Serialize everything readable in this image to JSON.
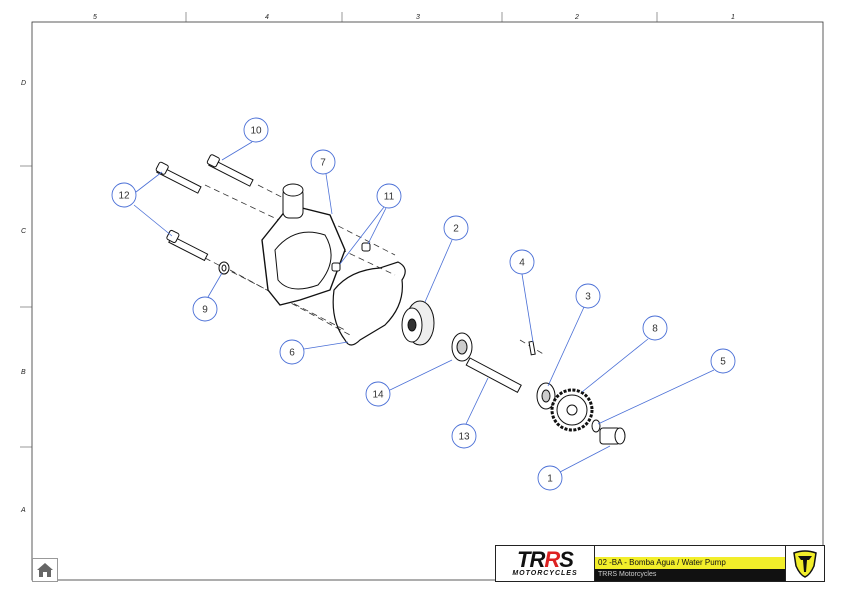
{
  "ruler_top": [
    "5",
    "4",
    "3",
    "2",
    "1"
  ],
  "ruler_left": [
    "D",
    "C",
    "B",
    "A"
  ],
  "callouts": [
    "10",
    "7",
    "12",
    "11",
    "2",
    "4",
    "3",
    "8",
    "5",
    "9",
    "6",
    "14",
    "13",
    "1"
  ],
  "title_block": {
    "brand_main": "TRRS",
    "brand_sub": "MOTORCYCLES",
    "drawing_title": "02 -BA - Bomba Agua / Water Pump",
    "company": "TRRS Motorcycles"
  },
  "colors": {
    "callout": "#4a6fd6",
    "title_bar": "#f2ee2a"
  },
  "home_button": "home-icon"
}
